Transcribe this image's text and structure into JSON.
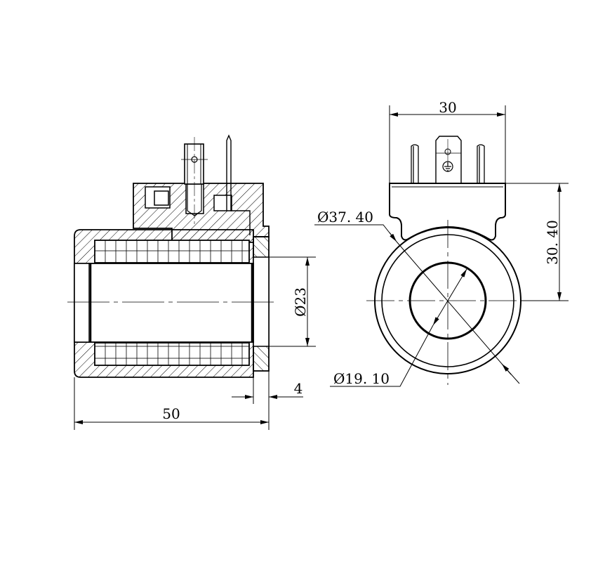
{
  "side_view": {
    "dim_bore": "Ø23",
    "dim_sleeve": "4",
    "dim_length": "50"
  },
  "end_view": {
    "dim_width": "30",
    "dim_height": "30. 40",
    "dim_outer_dia": "Ø37. 40",
    "dim_bore_dia": "Ø19. 10"
  },
  "colors": {
    "line": "#000000",
    "background": "#ffffff"
  }
}
